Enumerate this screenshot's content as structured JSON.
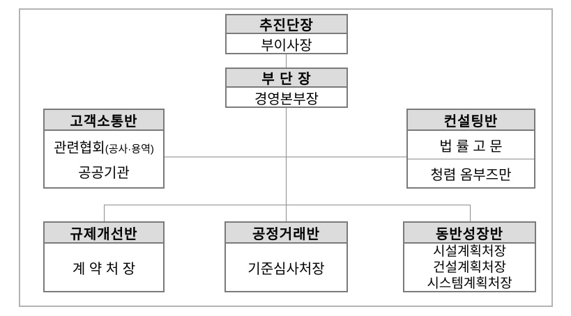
{
  "org_chart": {
    "nodes": {
      "chief": {
        "title": "추진단장",
        "member": "부이사장"
      },
      "deputy": {
        "title": "부 단 장",
        "member": "경영본부장"
      },
      "customer": {
        "title": "고객소통반",
        "member1_main": "관련협회",
        "member1_note": "(공사·용역)",
        "member2": "공공기관"
      },
      "consulting": {
        "title": "컨설팅반",
        "member1": "법 률 고 문",
        "member2": "청렴 옴부즈만"
      },
      "regulation": {
        "title": "규제개선반",
        "member": "계 약 처 장"
      },
      "fairtrade": {
        "title": "공정거래반",
        "member": "기준심사처장"
      },
      "growth": {
        "title": "동반성장반",
        "members": [
          "시설계획처장",
          "건설계획처장",
          "시스템계획처장"
        ]
      }
    },
    "colors": {
      "header_bg": "#dcdcdc",
      "box_border": "#7a7a7a",
      "outer_border": "#b3b3b3",
      "connector": "#8c8c8c",
      "text": "#000000"
    }
  }
}
